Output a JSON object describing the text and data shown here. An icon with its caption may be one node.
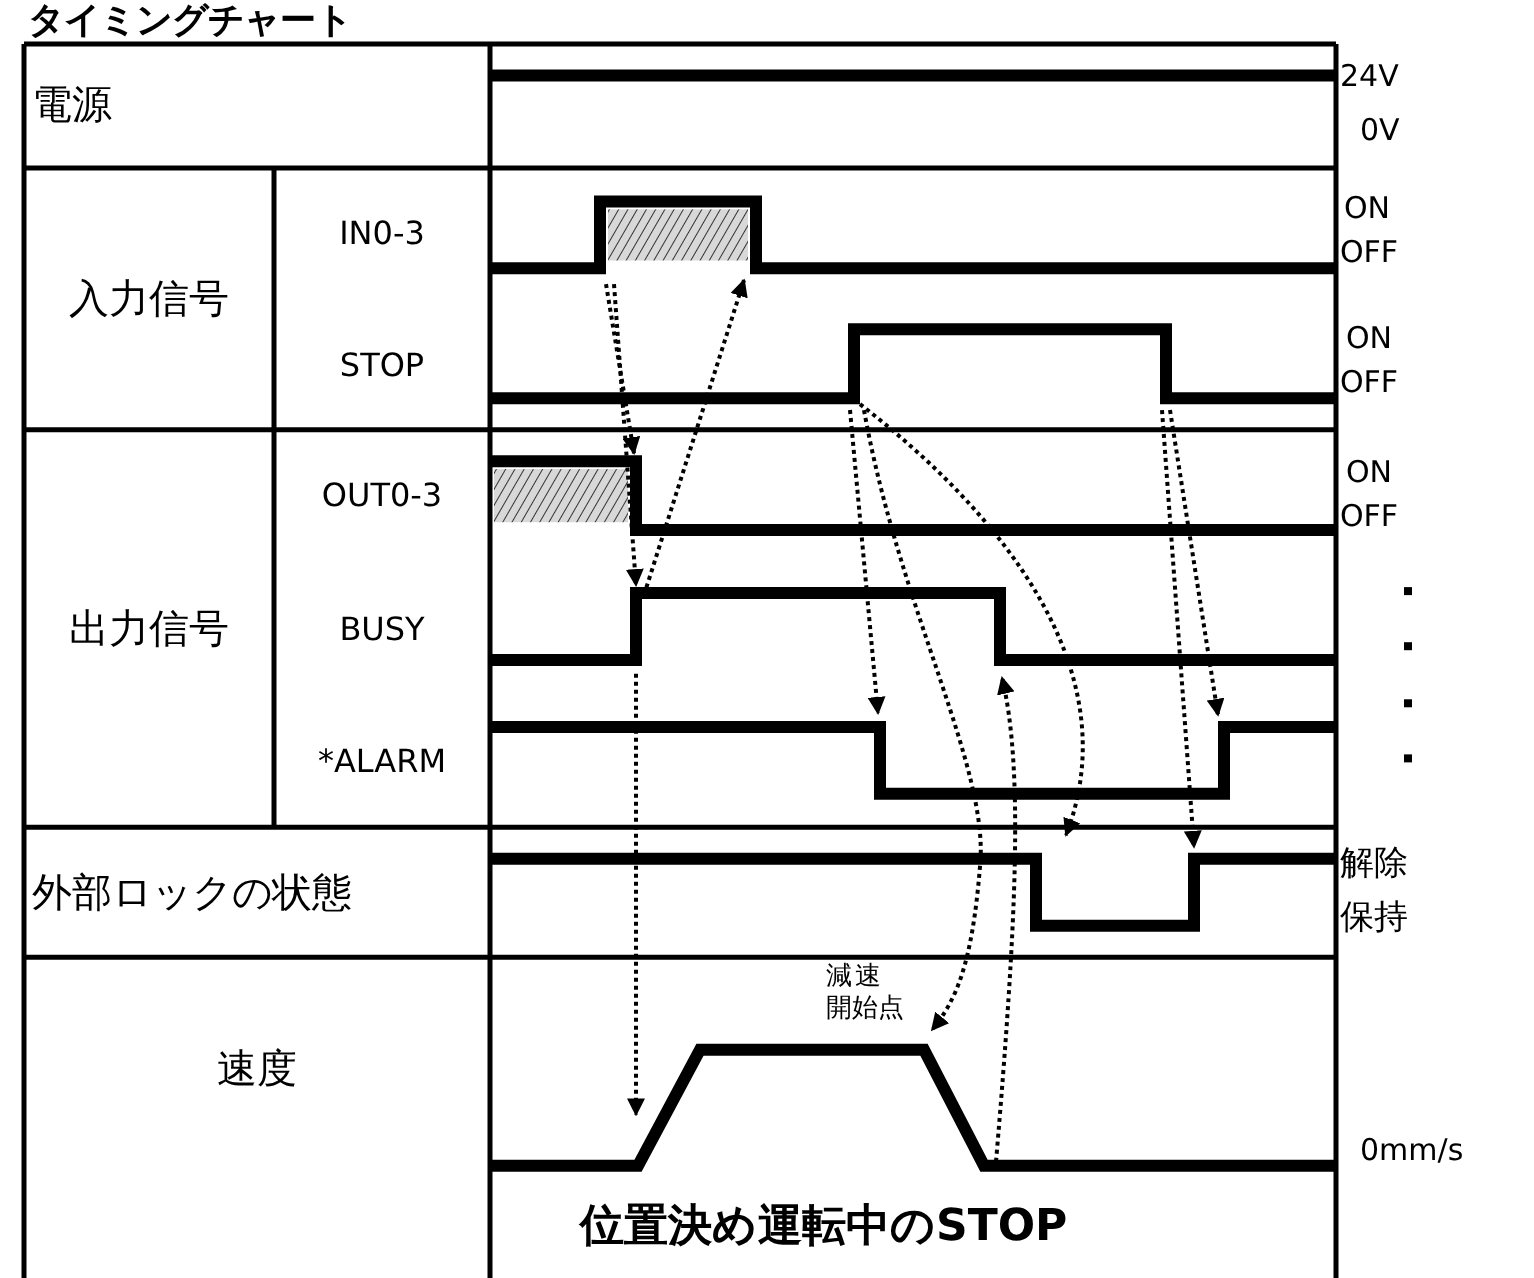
{
  "diagram": {
    "title": "タイミングチャート",
    "caption": "位置決め運転中のSTOP",
    "nodes": [
      {
        "text": [
          "電源"
        ]
      },
      {
        "text": [
          "入力信号"
        ]
      },
      {
        "text": [
          "IN0-3"
        ]
      },
      {
        "text": [
          "STOP"
        ]
      },
      {
        "text": [
          "出力信号"
        ]
      },
      {
        "text": [
          "OUT0-3"
        ]
      },
      {
        "text": [
          "BUSY"
        ]
      },
      {
        "text": [
          "*ALARM"
        ]
      },
      {
        "text": [
          "外部ロックの状態"
        ]
      },
      {
        "text": [
          "速度"
        ]
      }
    ],
    "labels": [
      "24V",
      "0V",
      "ON",
      "OFF",
      "ON",
      "OFF",
      "ON",
      "OFF",
      "解除",
      "保持",
      "減速開始点",
      "0mm/s"
    ]
  }
}
